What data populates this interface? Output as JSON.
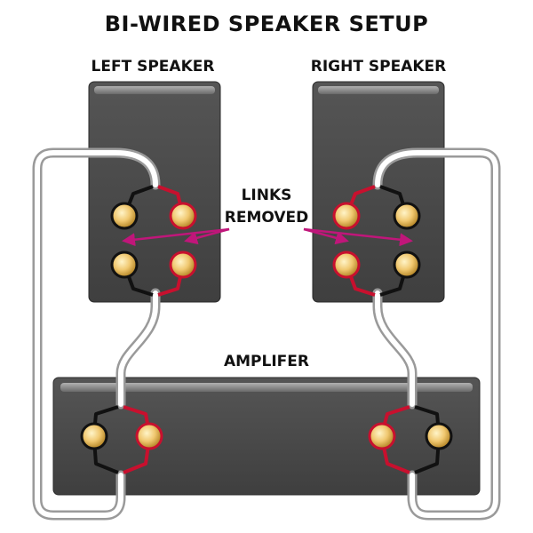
{
  "title": "BI-WIRED SPEAKER SETUP",
  "labels": {
    "left_speaker": "LEFT SPEAKER",
    "right_speaker": "RIGHT SPEAKER",
    "links_line1": "LINKS",
    "links_line2": "REMOVED",
    "amplifier": "AMPLIFER"
  },
  "colors": {
    "box": "#4a4a4a",
    "box_highlight": "#8a8a8a",
    "cable_outer": "#9a9a9a",
    "cable_inner": "#ffffff",
    "wire_red": "#c8102e",
    "wire_black": "#111111",
    "terminal": "#f0c870",
    "arrow": "#c0167a"
  }
}
